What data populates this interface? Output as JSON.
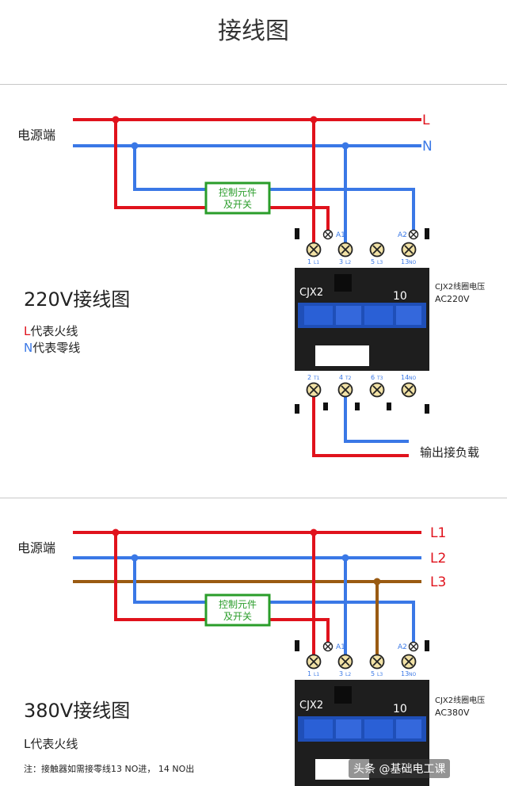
{
  "title": "接线图",
  "colors": {
    "live": "#e0121c",
    "neutral": "#3a78e6",
    "brown": "#9a5b12",
    "control_box": "#2a9d2a",
    "contactor": "#1e1e1e",
    "slider": "#1f4fb8"
  },
  "top": {
    "power_label": "电源端",
    "line_L": "L",
    "line_N": "N",
    "control_line1": "控制元件",
    "control_line2": "及开关",
    "coil_label_a1": "A1",
    "coil_label_a2": "A2",
    "top_terminals": [
      "1",
      "3",
      "5",
      "13"
    ],
    "top_terminal_subs": [
      "L1",
      "L2",
      "L3",
      "NO"
    ],
    "bottom_terminals": [
      "2",
      "4",
      "6",
      "14"
    ],
    "bottom_terminal_subs": [
      "T1",
      "T2",
      "T3",
      "NO"
    ],
    "model": "CJX2",
    "rating": "10",
    "coil_voltage_title": "CJX2线圈电压",
    "coil_voltage": "AC220V",
    "heading": "220V接线图",
    "legend_L_letter": "L",
    "legend_L_text": "代表火线",
    "legend_N_letter": "N",
    "legend_N_text": "代表零线",
    "output_label": "输出接负载"
  },
  "bottom": {
    "power_label": "电源端",
    "line_L1": "L1",
    "line_L2": "L2",
    "line_L3": "L3",
    "control_line1": "控制元件",
    "control_line2": "及开关",
    "coil_label_a1": "A1",
    "coil_label_a2": "A2",
    "top_terminals": [
      "1",
      "3",
      "5",
      "13"
    ],
    "top_terminal_subs": [
      "L1",
      "L2",
      "L3",
      "NO"
    ],
    "model": "CJX2",
    "rating": "10",
    "coil_voltage_title": "CJX2线圈电压",
    "coil_voltage": "AC380V",
    "heading": "380V接线图",
    "legend_L_text": "L代表火线",
    "note": "注：接触器如需接零线13 NO进， 14 NO出"
  },
  "watermark": "头条 @基础电工课"
}
